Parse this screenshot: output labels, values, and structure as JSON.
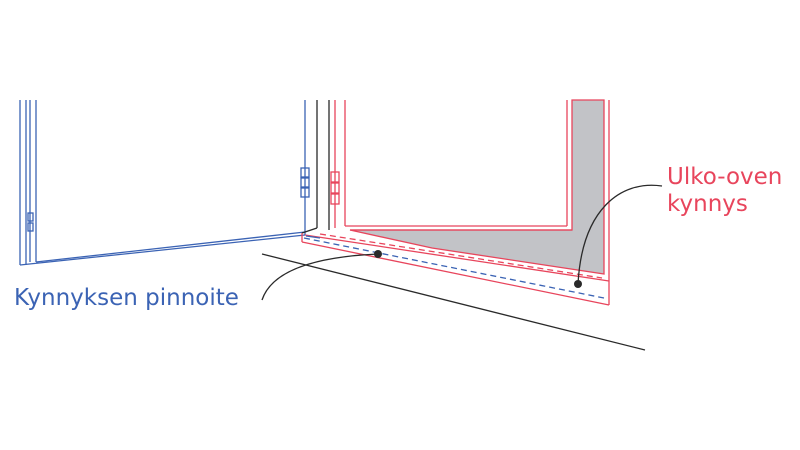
{
  "labels": {
    "coating": "Kynnyksen pinnoite",
    "threshold_line1": "Ulko-oven",
    "threshold_line2": "kynnys"
  },
  "colors": {
    "blue": "#3b63b4",
    "red": "#e8455c",
    "dark": "#2a2a2a",
    "grey_fill": "#c2c3c7",
    "background": "#ffffff"
  }
}
